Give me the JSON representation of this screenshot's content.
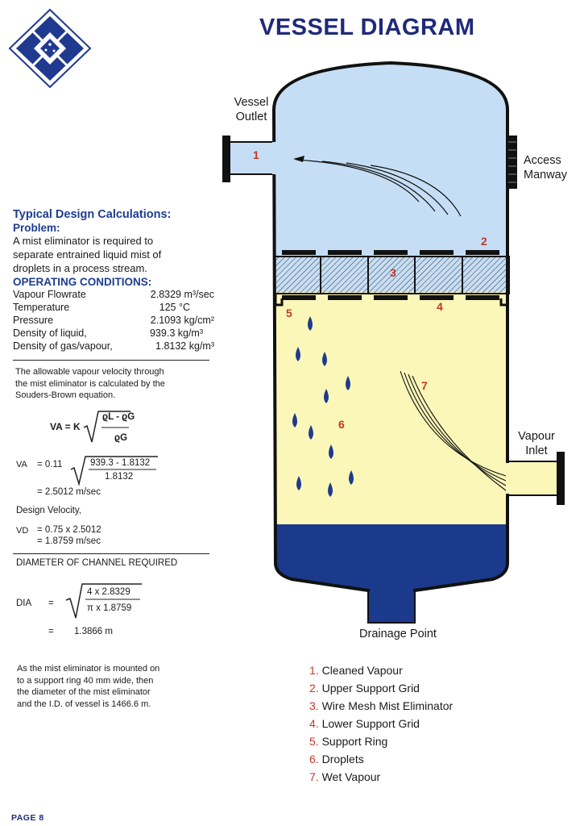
{
  "title": "VESSEL DIAGRAM",
  "calc": {
    "heading": "Typical Design Calculations:",
    "problem_heading": "Problem:",
    "problem_lines": [
      "A mist eliminator is required to",
      "separate entrained liquid mist of",
      "droplets in a process stream."
    ],
    "operating_heading": "OPERATING CONDITIONS:",
    "conditions": [
      {
        "label": "Vapour Flowrate",
        "value": "2.8329 m³/sec"
      },
      {
        "label": "Temperature",
        "value": "125 °C"
      },
      {
        "label": "Pressure",
        "value": "2.1093 kg/cm²"
      },
      {
        "label": "Density of liquid,",
        "value": "939.3 kg/m³"
      },
      {
        "label": "Density of gas/vapour,",
        "value": "1.8132 kg/m³"
      }
    ],
    "allowable_lines": [
      "The allowable vapour velocity through",
      "the mist eliminator is calculated by the",
      "Souders-Brown equation."
    ],
    "sb_lhs": "VA = K",
    "sb_num": "ϱL - ϱG",
    "sb_den": "ϱG",
    "va_label": "VA",
    "va_eq": "= 0.11",
    "va_num": "939.3 - 1.8132",
    "va_den": "1.8132",
    "va_result": "= 2.5012 m/sec",
    "design_velocity": "Design Velocity,",
    "vd_label": "VD",
    "vd_line1": "= 0.75 x 2.5012",
    "vd_line2": "= 1.8759 m/sec",
    "diameter_heading": "DIAMETER OF CHANNEL REQUIRED",
    "dia_label": "DIA",
    "dia_eq": "=",
    "dia_num": "4 x  2.8329",
    "dia_den": "π x 1.8759",
    "dia_result_eq": "=",
    "dia_result": "1.3866 m",
    "closing_lines": [
      "As the mist eliminator is mounted on",
      "to a support ring 40 mm wide, then",
      "the diameter of the mist eliminator",
      "and the I.D. of vessel is 1466.6 m."
    ]
  },
  "diagram": {
    "labels": {
      "vessel_outlet": [
        "Vessel",
        "Outlet"
      ],
      "access_manway": [
        "Access",
        "Manway"
      ],
      "vapour_inlet": [
        "Vapour",
        "Inlet"
      ],
      "drainage_point": "Drainage Point"
    },
    "markers": [
      "1",
      "2",
      "3",
      "4",
      "5",
      "6",
      "7"
    ],
    "colors": {
      "upper": "#c6def5",
      "lower": "#fbf7b8",
      "liquid": "#1b3a8c",
      "red": "#c0392b",
      "navy": "#1f2a7a"
    }
  },
  "legend": [
    {
      "num": "1.",
      "label": "Cleaned Vapour"
    },
    {
      "num": "2.",
      "label": "Upper Support Grid"
    },
    {
      "num": "3.",
      "label": "Wire Mesh Mist Eliminator"
    },
    {
      "num": "4.",
      "label": "Lower Support Grid"
    },
    {
      "num": "5.",
      "label": "Support Ring"
    },
    {
      "num": "6.",
      "label": "Droplets"
    },
    {
      "num": "7.",
      "label": "Wet Vapour"
    }
  ],
  "page_label": "PAGE 8",
  "logo": {
    "name": "diamond logo"
  }
}
